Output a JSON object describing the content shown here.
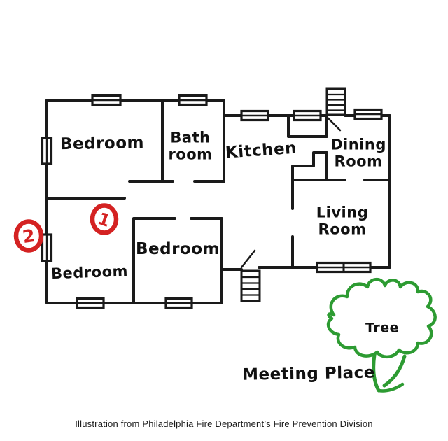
{
  "floor_plan": {
    "rooms": {
      "bedroom_top_left": "Bedroom",
      "bathroom": {
        "line1": "Bath",
        "line2": "room"
      },
      "kitchen": "Kitchen",
      "dining_room": {
        "line1": "Dining",
        "line2": "Room"
      },
      "living_room": {
        "line1": "Living",
        "line2": "Room"
      },
      "bedroom_middle": "Bedroom",
      "bedroom_bottom_left": "Bedroom"
    },
    "markers": {
      "primary_exit": "1",
      "secondary_exit": "2"
    },
    "outside": {
      "tree": "Tree",
      "meeting_place": "Meeting Place"
    },
    "colors": {
      "wall_black": "#1a1a1a",
      "marker_red": "#d42222",
      "tree_green": "#2d9b32"
    },
    "caption": "Illustration from Philadelphia Fire Department’s Fire Prevention Division"
  }
}
